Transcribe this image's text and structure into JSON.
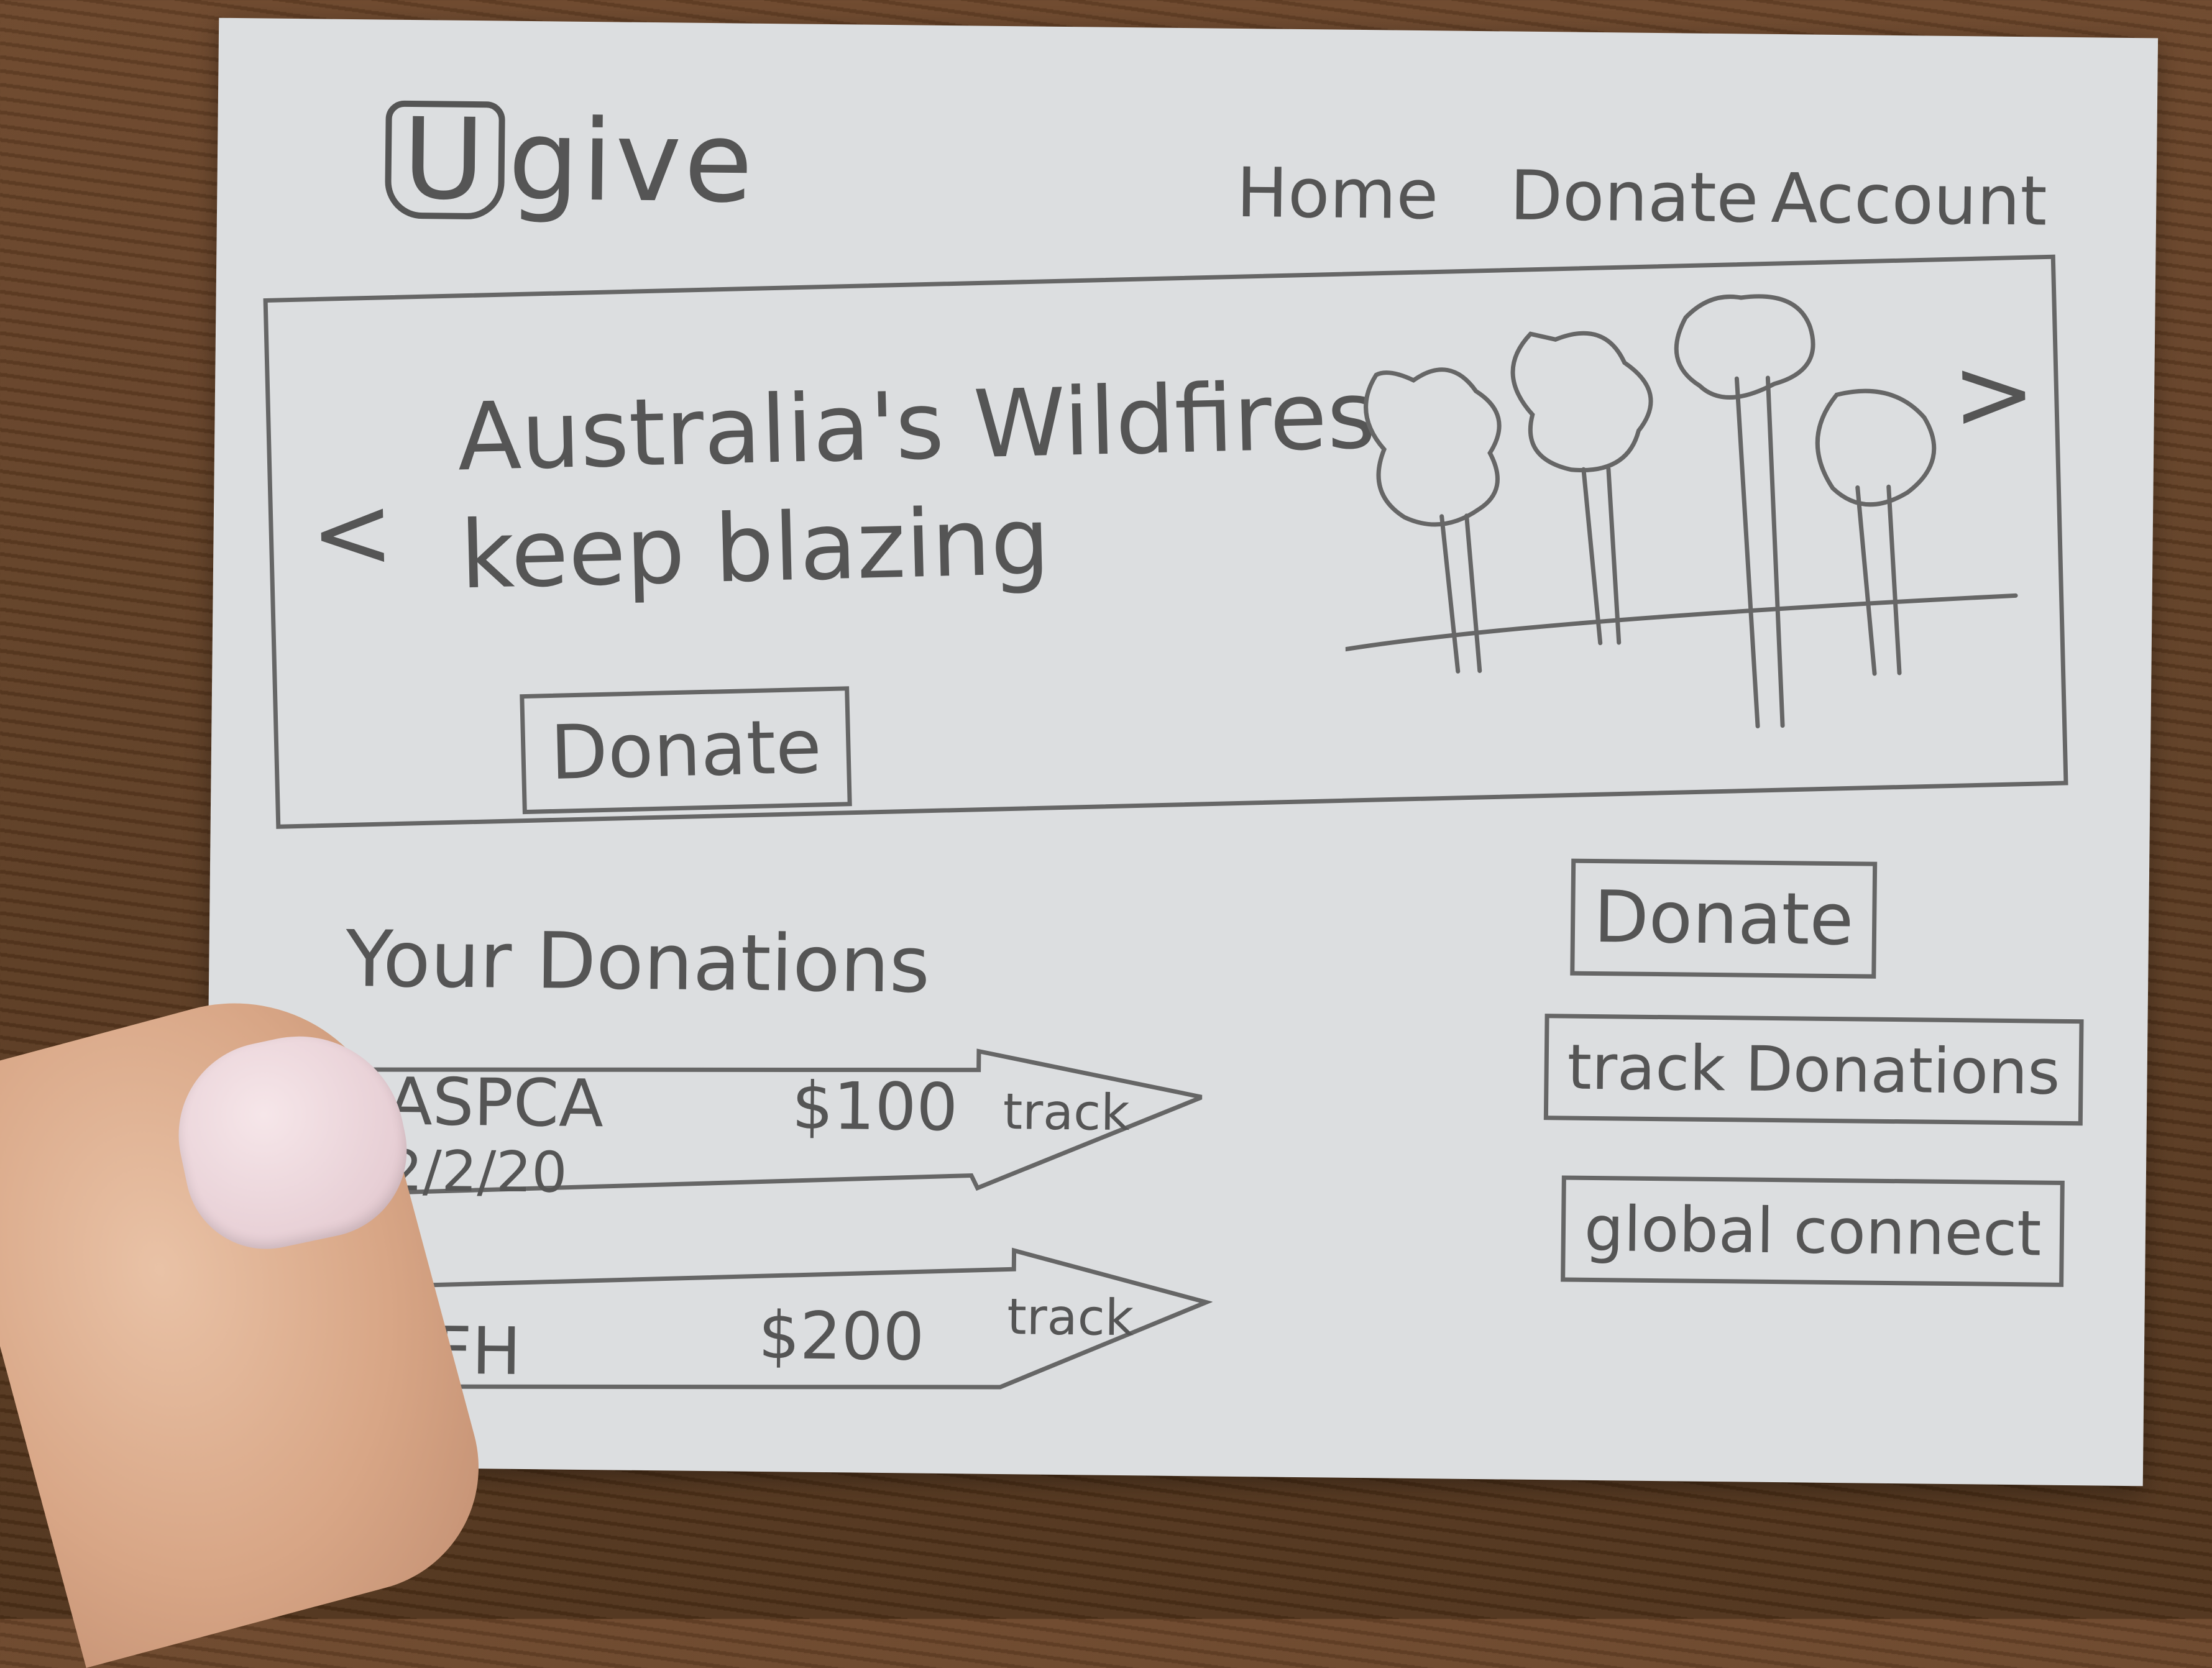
{
  "brand": {
    "logo_letter": "U",
    "logo_rest": "give"
  },
  "nav": {
    "items": [
      "Home",
      "Donate",
      "Account"
    ]
  },
  "hero": {
    "title_line1": "Australia's Wildfires",
    "title_line2": "keep blazing",
    "donate_label": "Donate",
    "prev_glyph": "<",
    "next_glyph": ">"
  },
  "donations": {
    "title": "Your Donations",
    "items": [
      {
        "name": "ASPCA",
        "date": "2/2/20",
        "amount": "$100",
        "action": "track"
      },
      {
        "name": "HFH",
        "date": "",
        "amount": "$200",
        "action": "track"
      }
    ]
  },
  "sidebar": {
    "donate_label": "Donate",
    "track_label": "track Donations",
    "global_label": "global connect"
  }
}
